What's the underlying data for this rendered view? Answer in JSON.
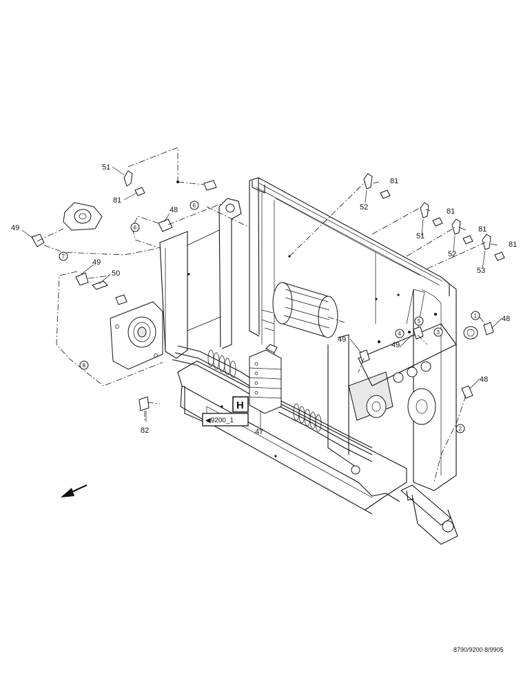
{
  "diagram": {
    "callouts": [
      {
        "id": "c51a",
        "label": "51"
      },
      {
        "id": "c81a",
        "label": "81"
      },
      {
        "id": "c48a",
        "label": "48"
      },
      {
        "id": "c49a",
        "label": "49"
      },
      {
        "id": "c49b",
        "label": "49"
      },
      {
        "id": "c50",
        "label": "50"
      },
      {
        "id": "c82",
        "label": "82"
      },
      {
        "id": "c47",
        "label": "47"
      },
      {
        "id": "c81b",
        "label": "81"
      },
      {
        "id": "c52a",
        "label": "52"
      },
      {
        "id": "c81c",
        "label": "81"
      },
      {
        "id": "c51b",
        "label": "51"
      },
      {
        "id": "c81d",
        "label": "81"
      },
      {
        "id": "c52b",
        "label": "52"
      },
      {
        "id": "c81e",
        "label": "81"
      },
      {
        "id": "c53",
        "label": "53"
      },
      {
        "id": "c48b",
        "label": "48"
      },
      {
        "id": "c48c",
        "label": "48"
      },
      {
        "id": "c49c",
        "label": "49"
      },
      {
        "id": "c49d",
        "label": "49"
      }
    ],
    "circled": [
      {
        "id": "k6a",
        "label": "6"
      },
      {
        "id": "k6b",
        "label": "6"
      },
      {
        "id": "k7",
        "label": "7"
      },
      {
        "id": "k8",
        "label": "8"
      },
      {
        "id": "k1",
        "label": "1"
      },
      {
        "id": "k2",
        "label": "2"
      },
      {
        "id": "k3",
        "label": "3"
      },
      {
        "id": "k4",
        "label": "4"
      },
      {
        "id": "k5",
        "label": "5"
      }
    ],
    "section_marker": "H",
    "page_reference": "◀9200_1"
  },
  "footer": {
    "figure_code": "8790/9200  8/9905"
  }
}
